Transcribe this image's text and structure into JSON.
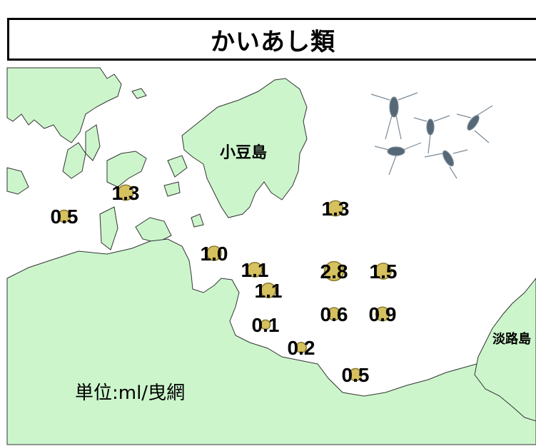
{
  "title": "かいあし類",
  "unit_label": "単位:ml/曳網",
  "place_labels": {
    "shodoshima": "小豆島",
    "awajishima": "淡路島"
  },
  "colors": {
    "land": "#ccf5cc",
    "sea": "#ffffff",
    "marker": "#d6c15f"
  },
  "stations": [
    {
      "label": "1.3",
      "value": 1.3
    },
    {
      "label": "0.5",
      "value": 0.5
    },
    {
      "label": "1.3",
      "value": 1.3
    },
    {
      "label": "1.0",
      "value": 1.0
    },
    {
      "label": "1.1",
      "value": 1.1
    },
    {
      "label": "2.8",
      "value": 2.8
    },
    {
      "label": "1.5",
      "value": 1.5
    },
    {
      "label": "1.1",
      "value": 1.1
    },
    {
      "label": "0.6",
      "value": 0.6
    },
    {
      "label": "0.9",
      "value": 0.9
    },
    {
      "label": "0.1",
      "value": 0.1
    },
    {
      "label": "0.2",
      "value": 0.2
    },
    {
      "label": "0.5",
      "value": 0.5
    }
  ]
}
